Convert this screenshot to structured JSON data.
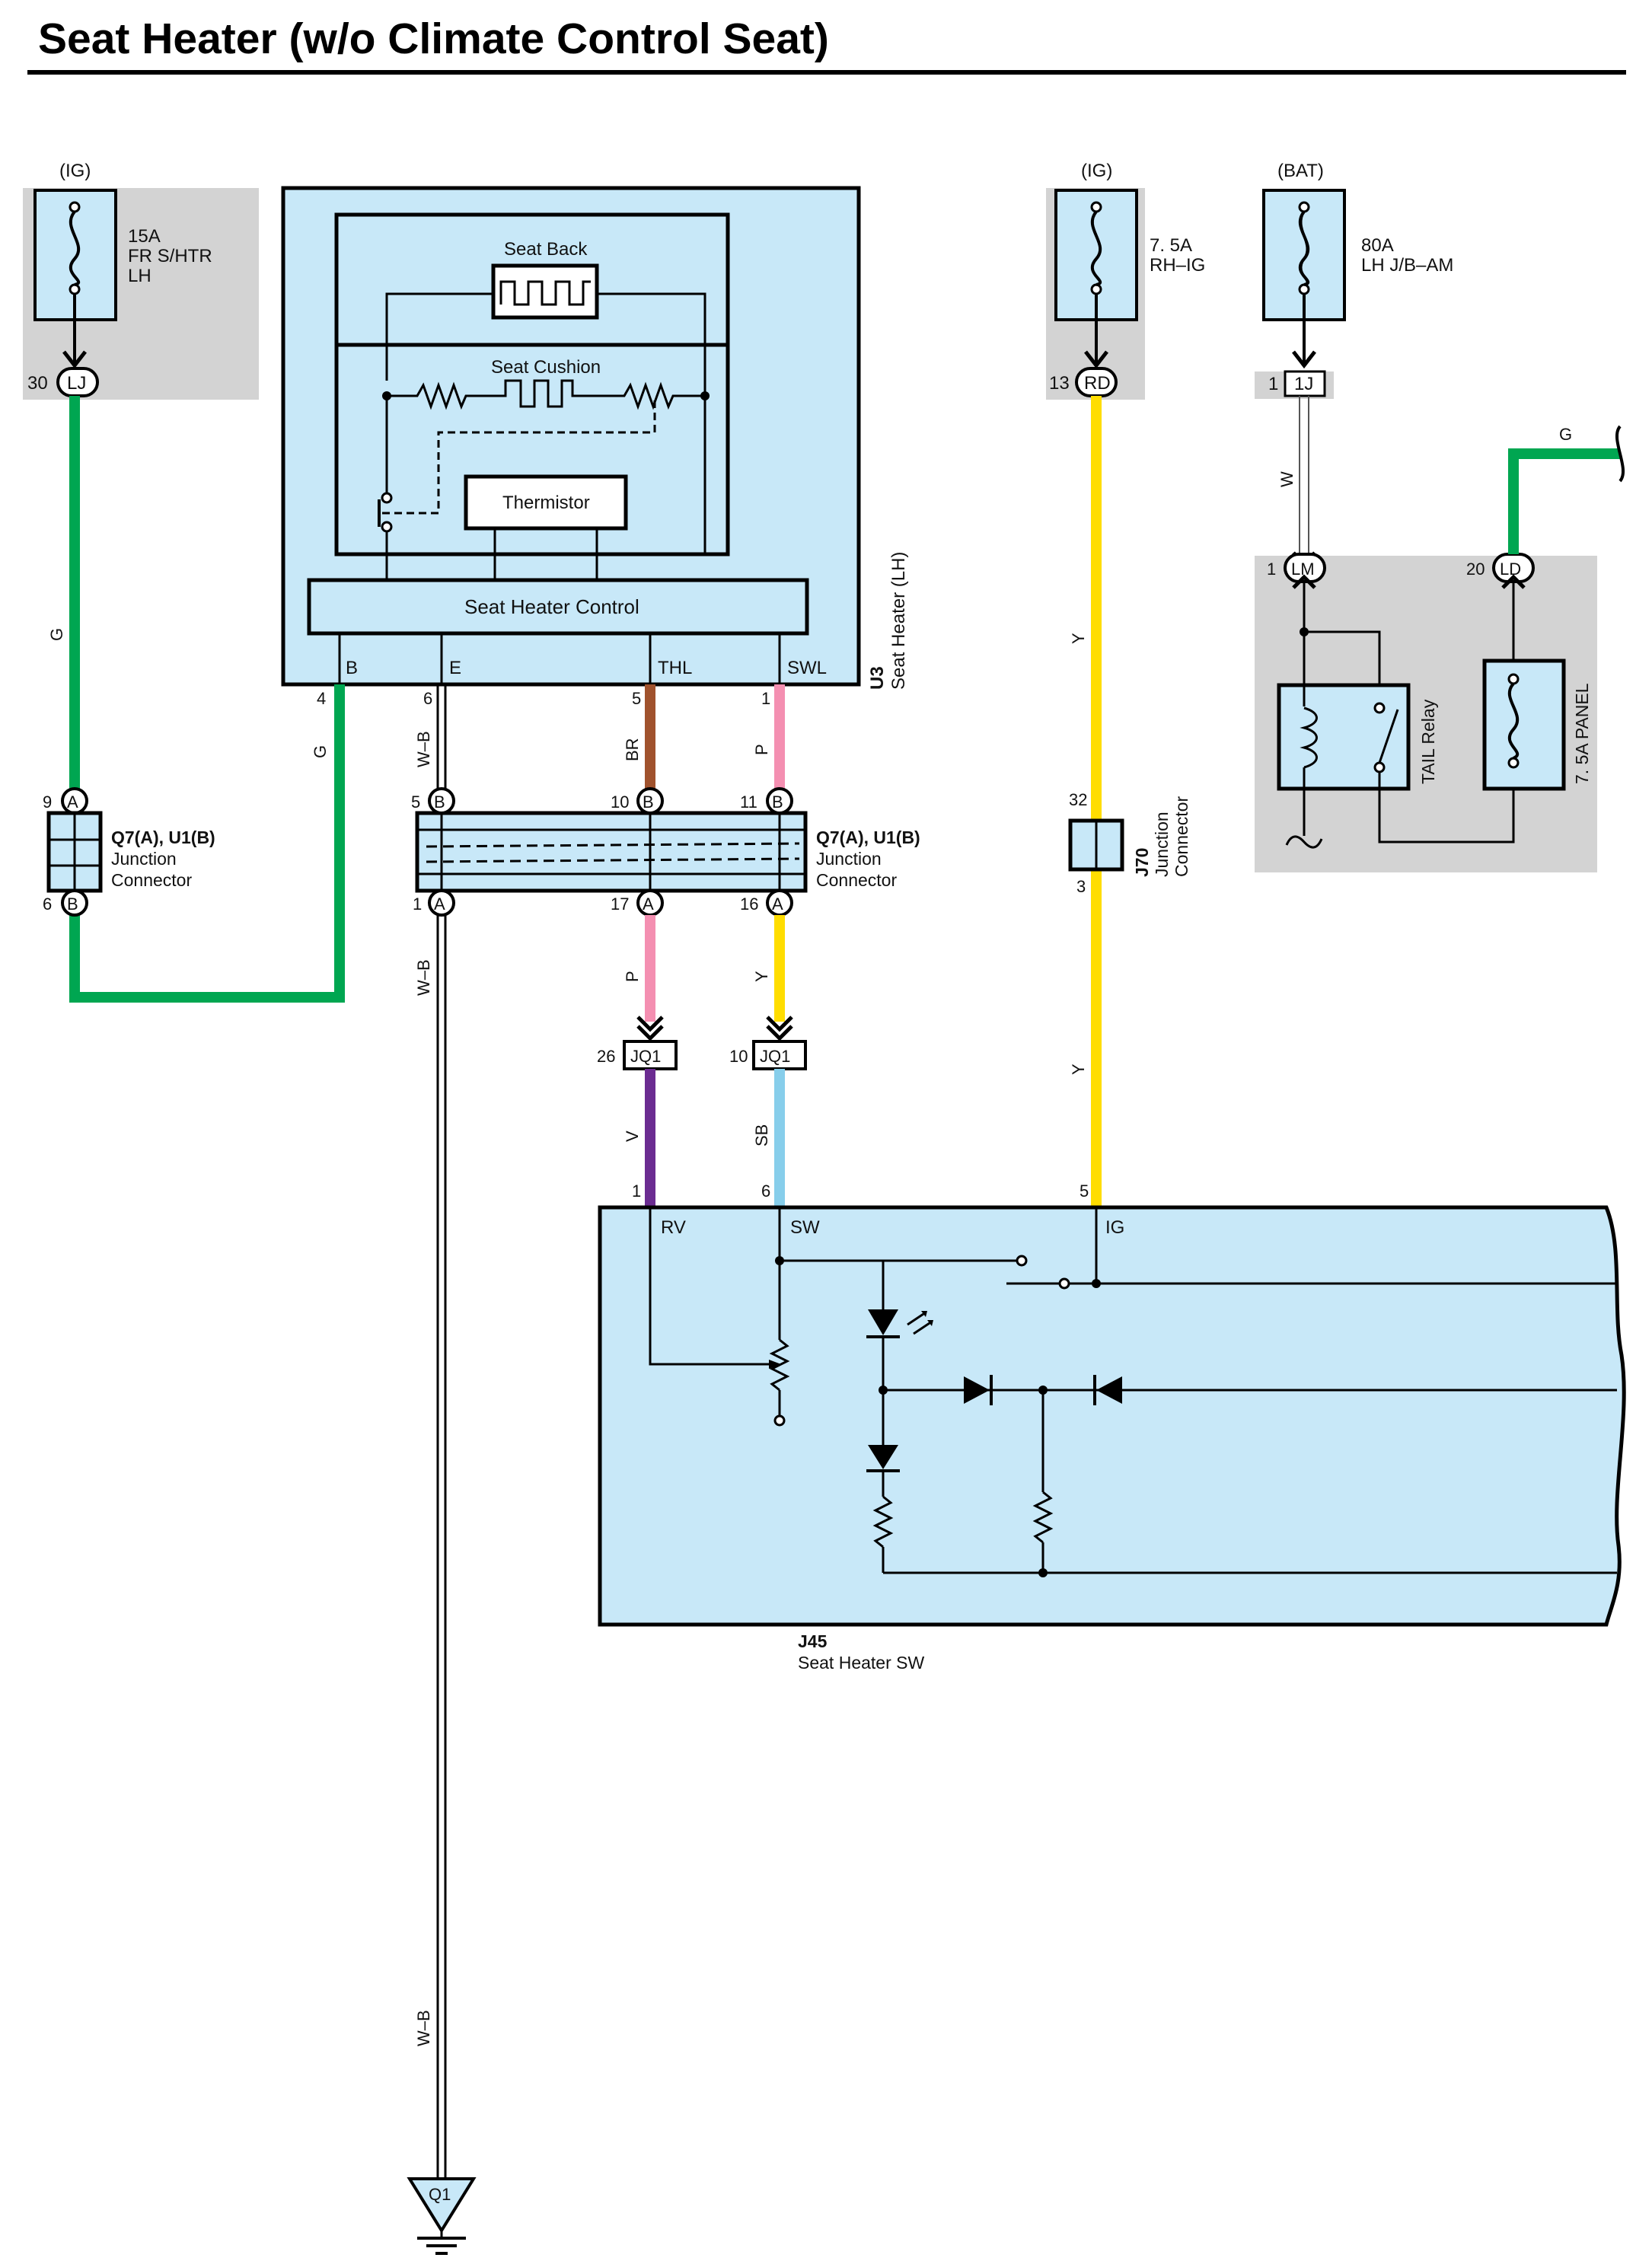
{
  "title": "Seat Heater (w/o Climate Control Seat)",
  "fuses": [
    {
      "id": "fuse-fr-shtr-lh",
      "source": "(IG)",
      "rating": "15A",
      "name1": "FR S/HTR",
      "name2": "LH",
      "pin": "30",
      "conn": "LJ"
    },
    {
      "id": "fuse-rh-ig",
      "source": "(IG)",
      "rating": "7. 5A",
      "name1": "RH–IG",
      "name2": "",
      "pin": "13",
      "conn": "RD"
    },
    {
      "id": "fuse-lh-jb-am",
      "source": "(BAT)",
      "rating": "80A",
      "name1": "LH J/B–AM",
      "name2": "",
      "pin": "1",
      "conn": "1J"
    }
  ],
  "seat_heater": {
    "seat_back": "Seat Back",
    "seat_cushion": "Seat Cushion",
    "thermistor": "Thermistor",
    "control": "Seat Heater Control",
    "terminals": [
      "B",
      "E",
      "THL",
      "SWL"
    ],
    "code": "U3",
    "name": "Seat Heater (LH)"
  },
  "seat_heater_pins": {
    "b": "4",
    "e": "6",
    "thl": "5",
    "swl": "1"
  },
  "wire_colors": {
    "g": "G",
    "wb": "W–B",
    "br": "BR",
    "p": "P",
    "y": "Y",
    "v": "V",
    "sb": "SB",
    "w": "W"
  },
  "junction_left": {
    "code": "Q7(A), U1(B)",
    "line1": "Junction",
    "line2": "Connector",
    "top_pin": "9",
    "top_conn": "A",
    "bot_pin": "6",
    "bot_conn": "B"
  },
  "junction_mid": {
    "code": "Q7(A), U1(B)",
    "line1": "Junction",
    "line2": "Connector",
    "top_pins": [
      {
        "pin": "5",
        "conn": "B"
      },
      {
        "pin": "10",
        "conn": "B"
      },
      {
        "pin": "11",
        "conn": "B"
      }
    ],
    "bot_pins": [
      {
        "pin": "1",
        "conn": "A"
      },
      {
        "pin": "17",
        "conn": "A"
      },
      {
        "pin": "16",
        "conn": "A"
      }
    ]
  },
  "junction_j70": {
    "code": "J70",
    "line1": "Junction",
    "line2": "Connector",
    "top_pin": "32",
    "bot_pin": "3"
  },
  "jq1": {
    "conn": "JQ1",
    "pin_left": "26",
    "pin_right": "10"
  },
  "switch": {
    "code": "J45",
    "name": "Seat Heater SW",
    "terminals": [
      "RV",
      "SW",
      "IG"
    ],
    "pins": {
      "rv": "1",
      "sw": "6",
      "ig": "5"
    }
  },
  "relay_panel": {
    "relay": "TAIL Relay",
    "fuse": "7. 5A PANEL",
    "pin_lm": "1",
    "conn_lm": "LM",
    "pin_ld": "20",
    "conn_ld": "LD",
    "g_label": "G"
  },
  "ground": {
    "code": "Q1"
  },
  "colors": {
    "green": "#00A651",
    "yellow": "#FFDD00",
    "brown": "#A0522D",
    "pink": "#F48FB1",
    "purple": "#6B2C91",
    "skyblue": "#87CEEB",
    "component": "#C8E8F8",
    "gray": "#D3D3D3"
  }
}
